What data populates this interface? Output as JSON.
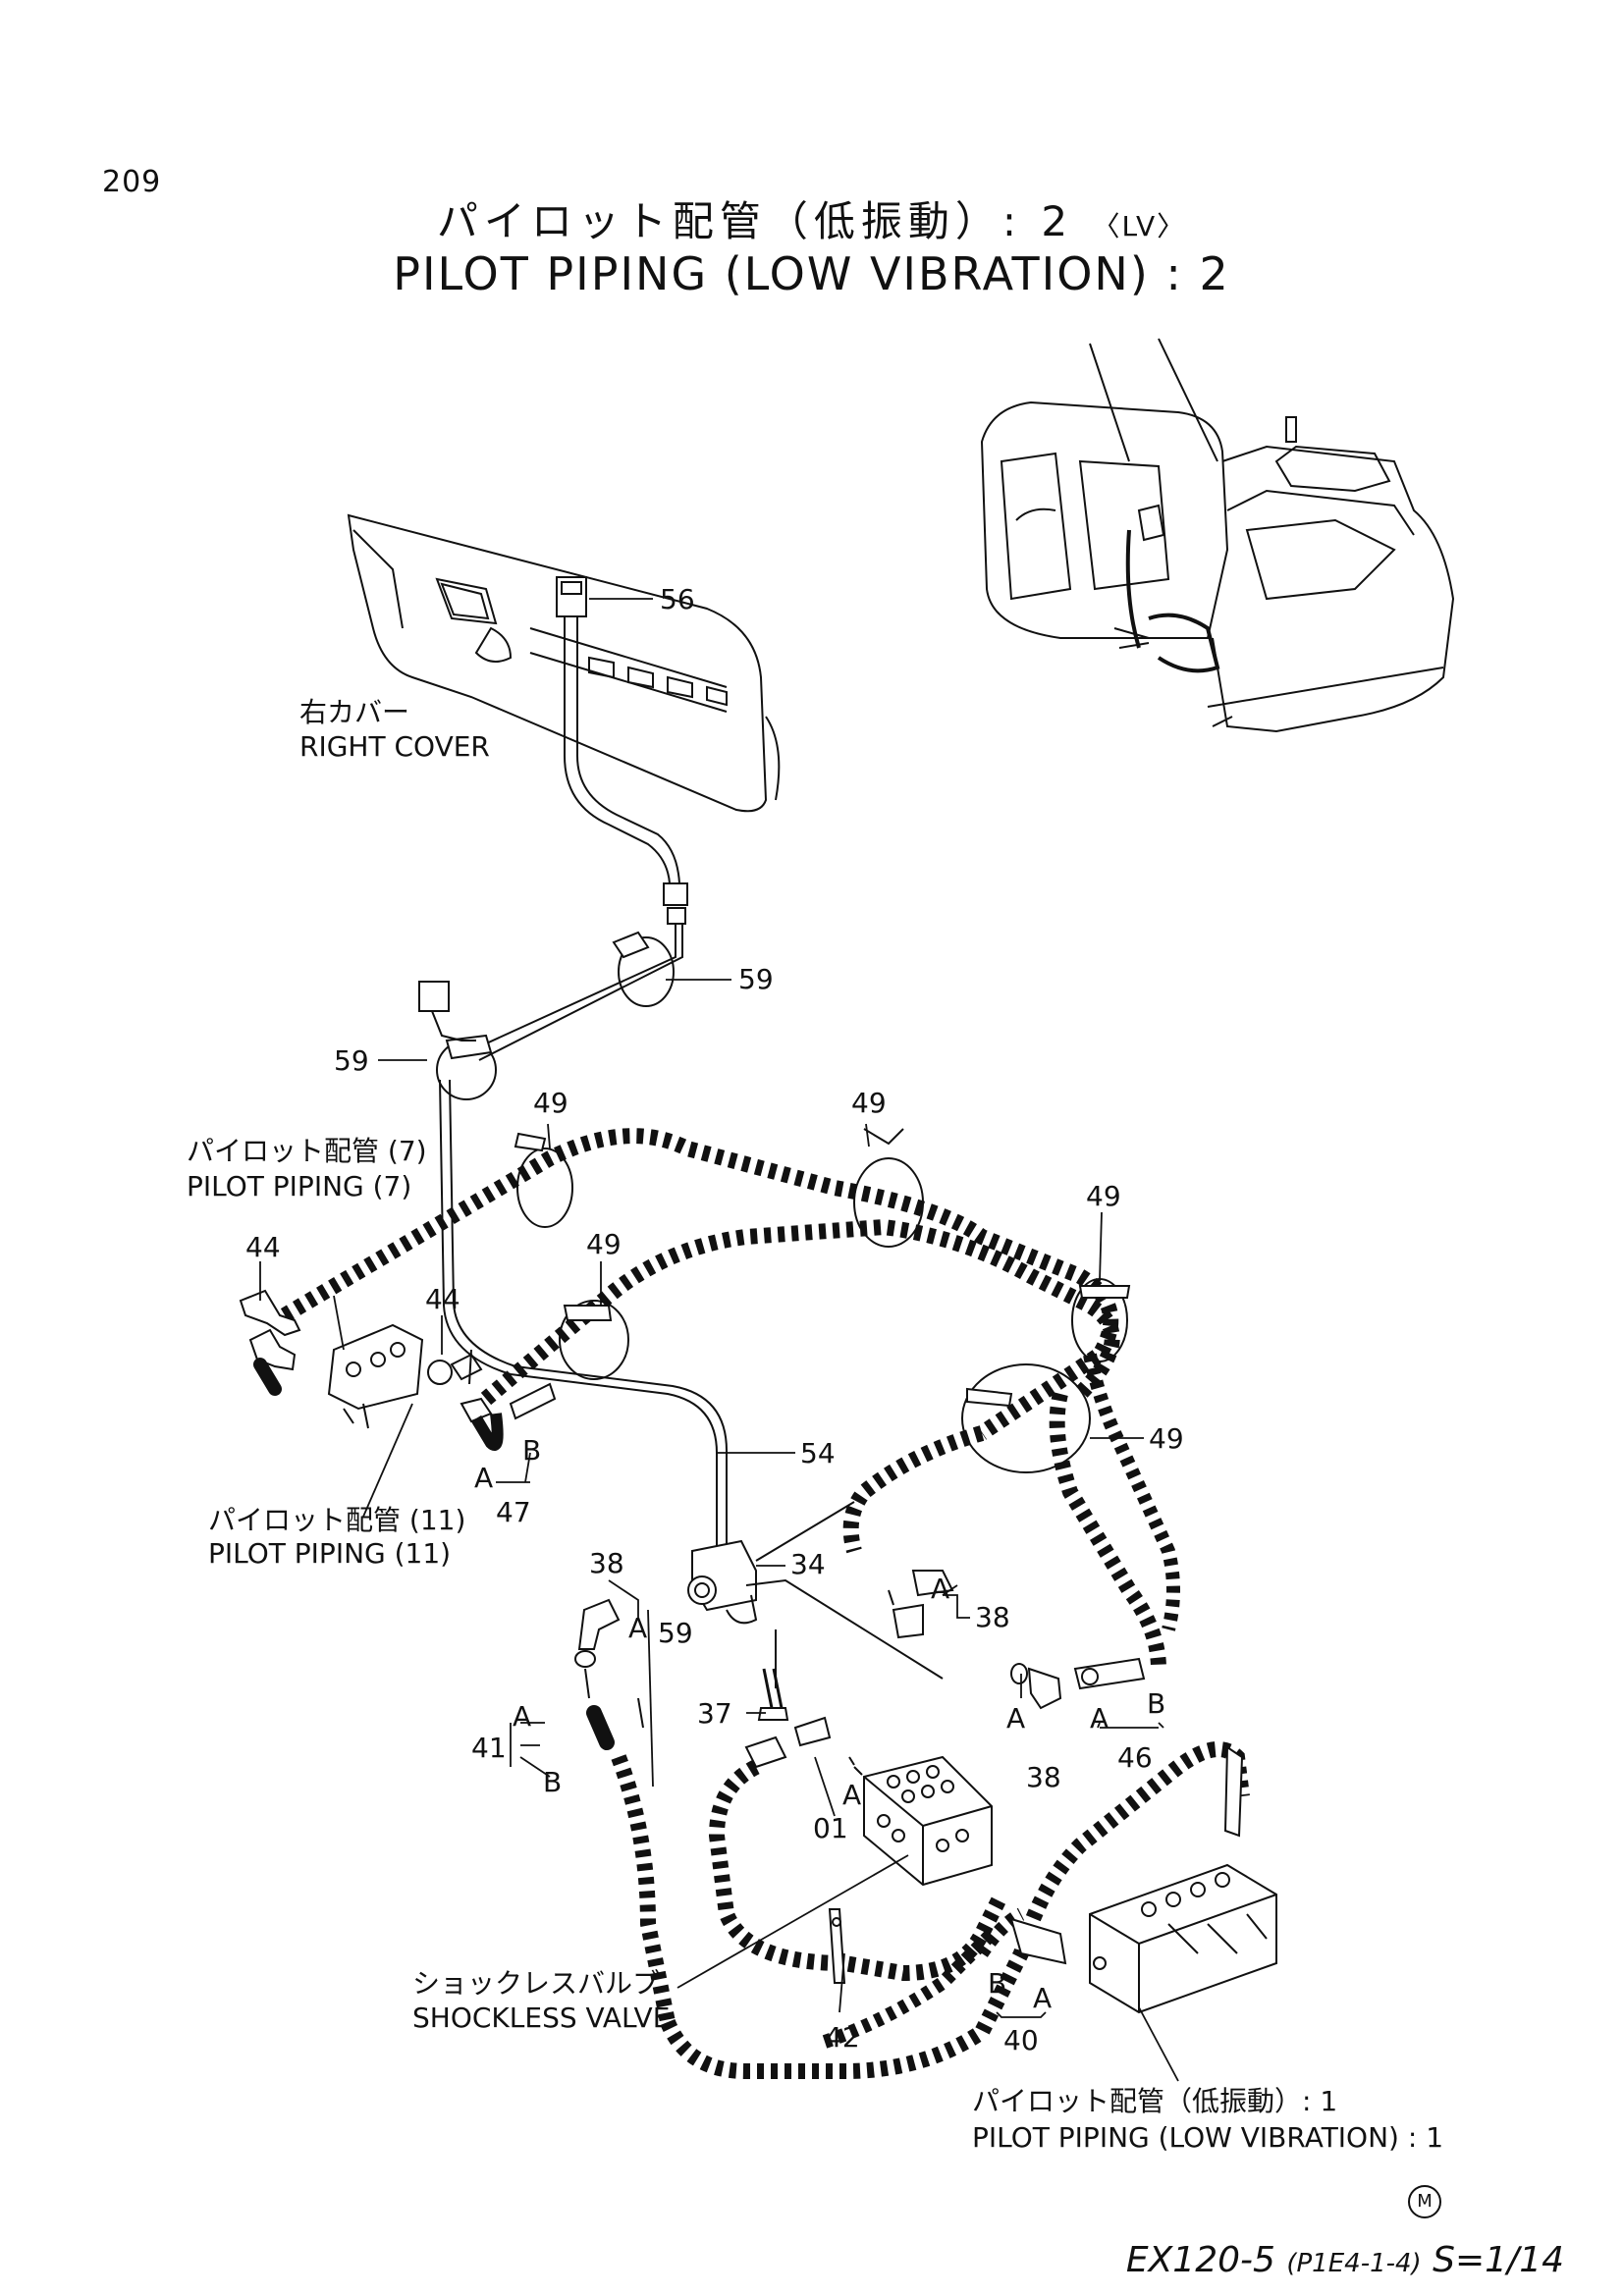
{
  "page_number": "209",
  "title_jp": "パイロット配管（低振動）: 2",
  "title_jp_suffix": "〈LV〉",
  "title_en": "PILOT PIPING (LOW VIBRATION) : 2",
  "labels": {
    "right_cover_jp": "右カバー",
    "right_cover_en": "RIGHT COVER",
    "pilot7_jp": "パイロット配管 (7)",
    "pilot7_en": "PILOT PIPING (7)",
    "pilot11_jp": "パイロット配管 (11)",
    "pilot11_en": "PILOT PIPING (11)",
    "shockless_jp": "ショックレスバルブ",
    "shockless_en": "SHOCKLESS VALVE",
    "lowvib1_jp": "パイロット配管（低振動）: 1",
    "lowvib1_en": "PILOT PIPING (LOW VIBRATION) : 1"
  },
  "callouts": {
    "p56": "56",
    "p59a": "59",
    "p59b": "59",
    "p59c": "59",
    "p49a": "49",
    "p49b": "49",
    "p49c": "49",
    "p49d": "49",
    "p49e": "49",
    "p44a": "44",
    "p44b": "44",
    "p54": "54",
    "p47": "47",
    "p34": "34",
    "p38a": "38",
    "p38b": "38",
    "p38c": "38",
    "p37": "37",
    "p46": "46",
    "p41": "41",
    "p01": "01",
    "p42": "42",
    "p40": "40",
    "A": "A",
    "B": "B"
  },
  "footer": {
    "model": "EX120-5",
    "code": "(P1E4-1-4)",
    "scale": "S=1/14",
    "mark": "M"
  }
}
